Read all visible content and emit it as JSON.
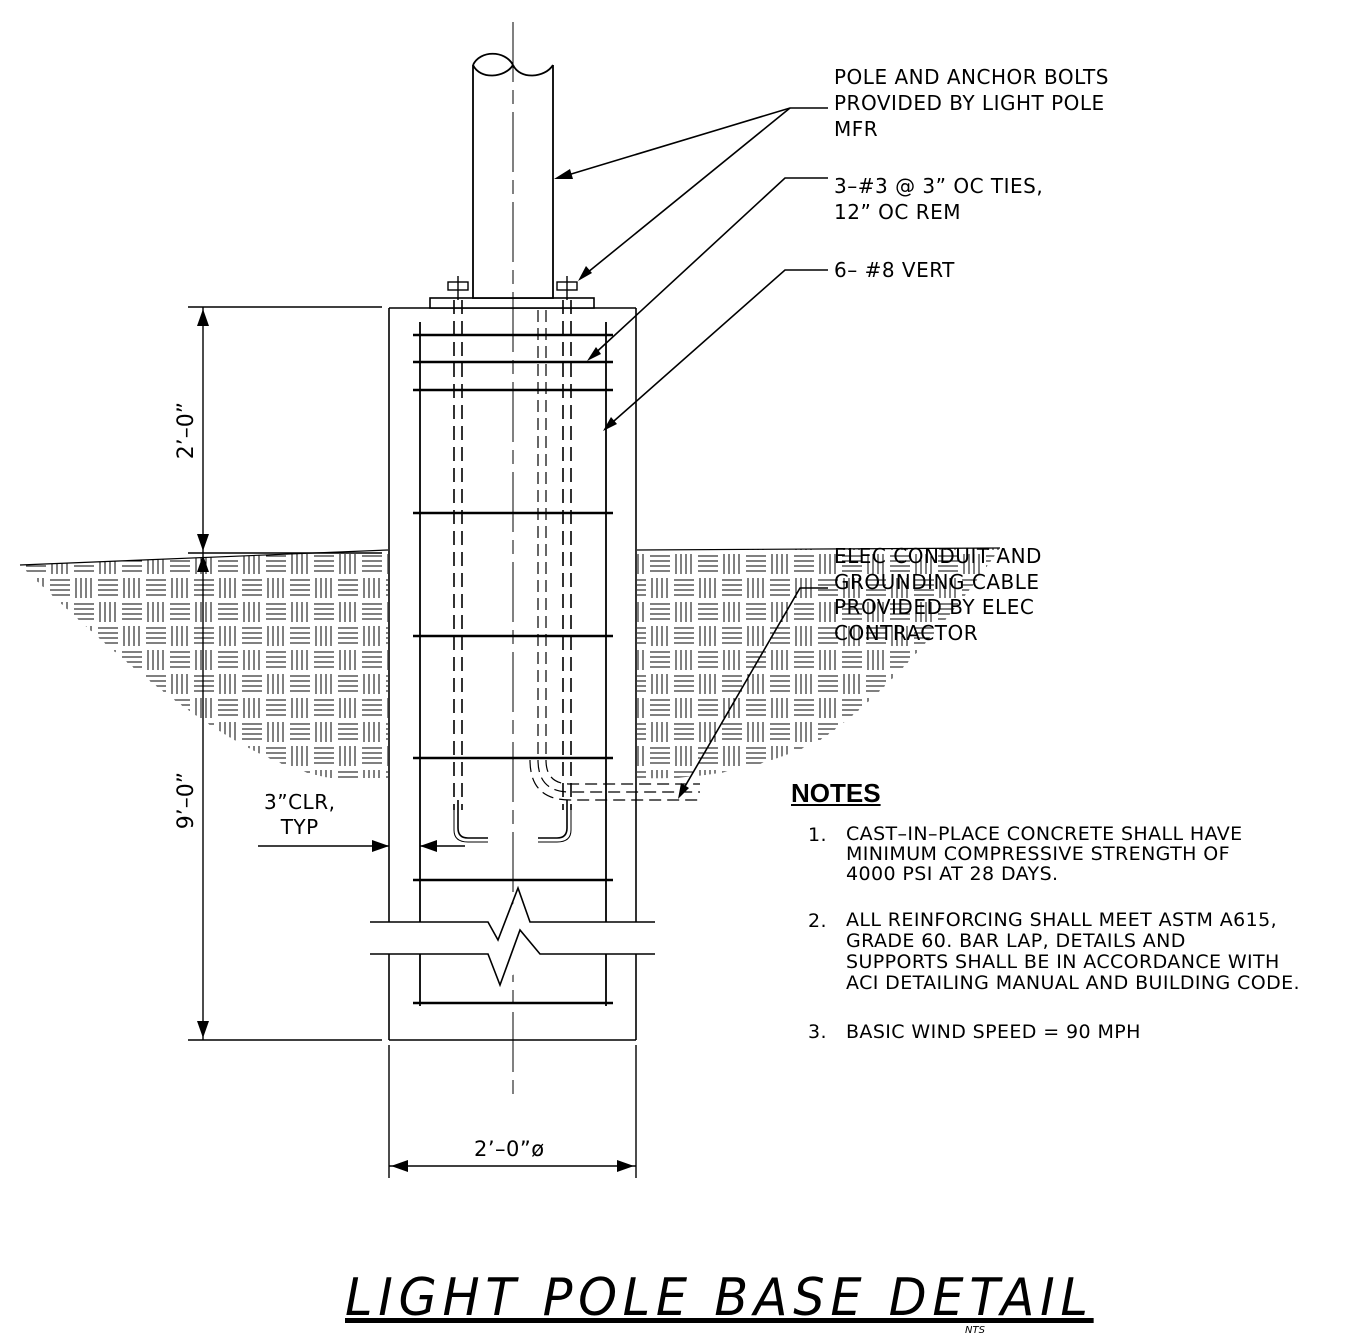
{
  "callouts": {
    "pole": "POLE AND ANCHOR BOLTS\nPROVIDED BY LIGHT POLE\nMFR",
    "ties": "3–#3 @ 3” OC TIES,\n12” OC REM",
    "vert": "6–  #8 VERT",
    "conduit": "ELEC CONDUIT AND\nGROUNDING CABLE\nPROVIDED BY ELEC\nCONTRACTOR",
    "clear": "3”CLR,\nTYP"
  },
  "dimensions": {
    "top": "2’–0”",
    "bottom": "9’–0”",
    "diameter": "2’–0”ø"
  },
  "notes": {
    "heading": "NOTES",
    "items": [
      {
        "num": "1.",
        "text": "CAST–IN–PLACE CONCRETE SHALL HAVE\nMINIMUM COMPRESSIVE STRENGTH OF\n4000 PSI AT 28 DAYS."
      },
      {
        "num": "2.",
        "text": "ALL REINFORCING SHALL MEET ASTM A615,\nGRADE 60. BAR LAP, DETAILS AND\nSUPPORTS SHALL BE IN ACCORDANCE WITH\nACI DETAILING MANUAL AND BUILDING CODE."
      },
      {
        "num": "3.",
        "text": "BASIC WIND SPEED = 90 MPH"
      }
    ]
  },
  "title": "LIGHT POLE BASE DETAIL",
  "scale": "NTS"
}
